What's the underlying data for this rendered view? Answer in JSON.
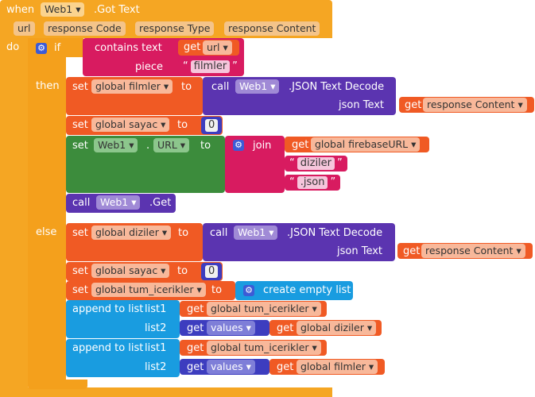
{
  "event": {
    "when": "when",
    "component": "Web1",
    "event_name": ".Got Text",
    "do": "do"
  },
  "params": [
    "url",
    "response Code",
    "response Type",
    "response Content"
  ],
  "if_block": {
    "if": "if",
    "then": "then",
    "else": "else"
  },
  "contains": {
    "label": "contains text",
    "piece": "piece",
    "get": "get",
    "var": "url",
    "string": "filmler"
  },
  "then": {
    "set1": {
      "set": "set",
      "var": "global filmler",
      "to": "to",
      "call": "call",
      "component": "Web1",
      "method": ".JSON Text Decode",
      "arg_label": "json Text",
      "get": "get",
      "arg_var": "response Content"
    },
    "set2": {
      "set": "set",
      "var": "global sayac",
      "to": "to",
      "value": "0"
    },
    "set3": {
      "set": "set",
      "component": "Web1",
      "dot": ".",
      "prop": "URL",
      "to": "to",
      "join": "join",
      "get": "get",
      "join_var": "global firebaseURL",
      "str1": "diziler",
      "str2": ".json"
    },
    "call": {
      "call": "call",
      "component": "Web1",
      "method": ".Get"
    }
  },
  "else": {
    "set1": {
      "set": "set",
      "var": "global diziler",
      "to": "to",
      "call": "call",
      "component": "Web1",
      "method": ".JSON Text Decode",
      "arg_label": "json Text",
      "get": "get",
      "arg_var": "response Content"
    },
    "set2": {
      "set": "set",
      "var": "global sayac",
      "to": "to",
      "value": "0"
    },
    "set3": {
      "set": "set",
      "var": "global tum_icerikler",
      "to": "to",
      "create": "create empty list"
    },
    "append1": {
      "label": "append to list",
      "list1": "list1",
      "list2": "list2",
      "get1": "get",
      "var1": "global tum_icerikler",
      "get2": "get",
      "var2": "values",
      "get3": "get",
      "var3": "global diziler"
    },
    "append2": {
      "label": "append to list",
      "list1": "list1",
      "list2": "list2",
      "get1": "get",
      "var1": "global tum_icerikler",
      "get2": "get",
      "var2": "values",
      "get3": "get",
      "var3": "global filmler"
    }
  },
  "colors": {
    "event": "#f5a623",
    "control": "#f4a01c",
    "variable": "#f05a24",
    "component_method": "#5b34b0",
    "component_set": "#3c8c3c",
    "text": "#d81b60",
    "math": "#3d3dbf",
    "list": "#199ce0",
    "param": "#f4c48a"
  }
}
